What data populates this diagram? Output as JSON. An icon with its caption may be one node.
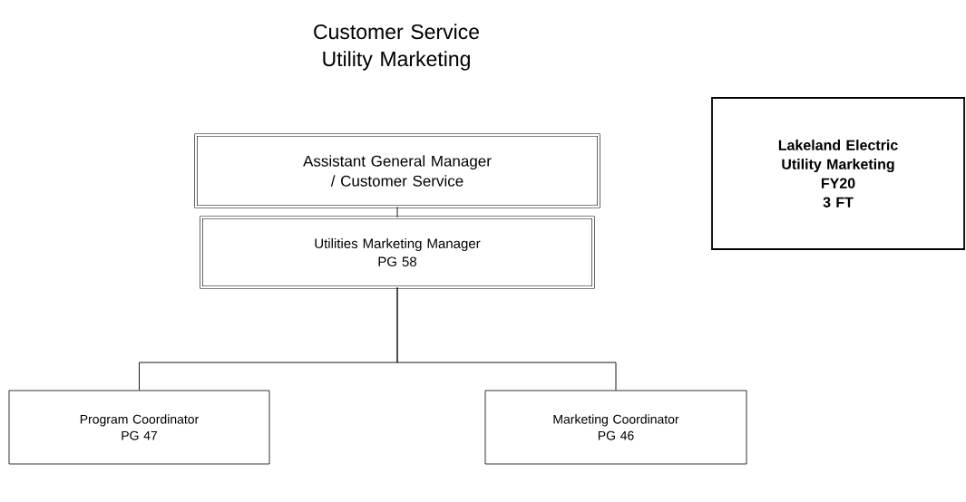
{
  "diagram": {
    "title": "Customer Service Utility Marketing",
    "nodes": [
      {
        "text": [
          "Assistant General Manager / Customer Service"
        ]
      },
      {
        "text": [
          "Utilities Marketing Manager",
          "PG 58"
        ]
      },
      {
        "text": [
          "Program Coordinator",
          "PG 47"
        ]
      },
      {
        "text": [
          "Marketing Coordinator",
          "PG 46"
        ]
      },
      {
        "text": [
          "Lakeland Electric",
          "Utility Marketing",
          "FY20",
          "3 FT"
        ]
      }
    ],
    "edges": [
      {
        "from": 0,
        "to": 1,
        "arrow": "none"
      },
      {
        "from": 1,
        "to": 2,
        "arrow": "none"
      },
      {
        "from": 1,
        "to": 3,
        "arrow": "none"
      }
    ]
  }
}
